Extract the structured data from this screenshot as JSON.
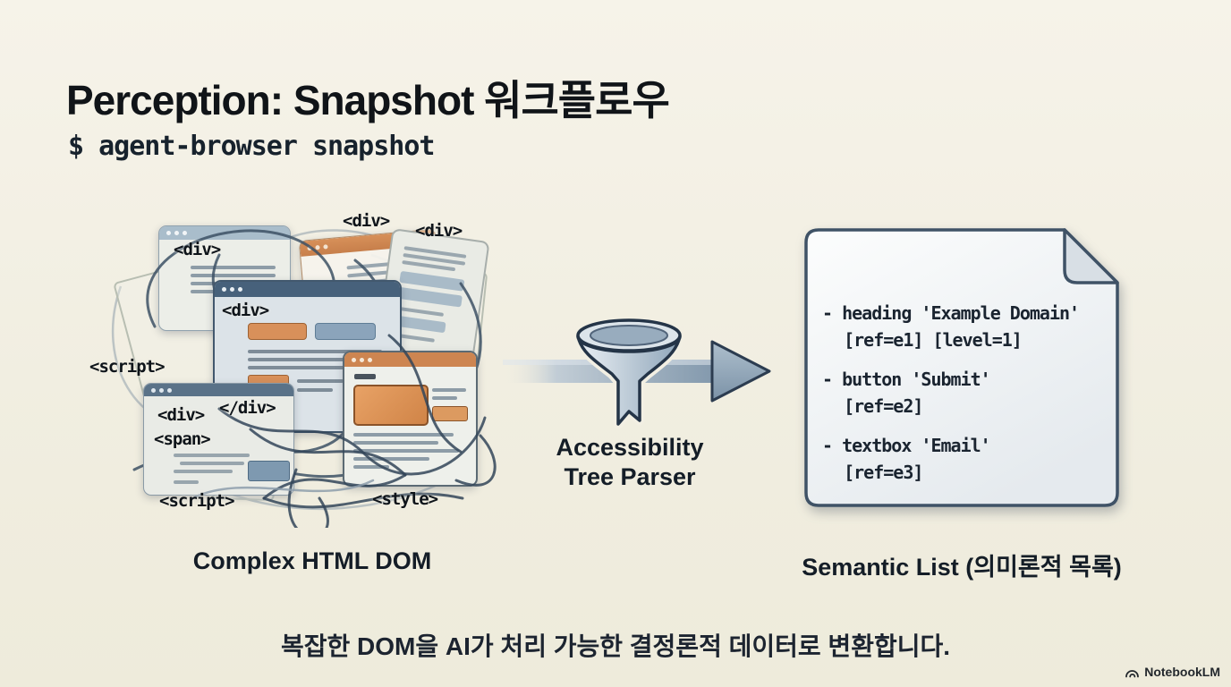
{
  "slide": {
    "title": "Perception: Snapshot 워크플로우",
    "command": "$ agent-browser snapshot",
    "caption": "복잡한 DOM을 AI가 처리 가능한 결정론적 데이터로 변환합니다.",
    "watermark": "NotebookLM"
  },
  "dom_cluster": {
    "label": "Complex HTML DOM",
    "tags": [
      "<div>",
      "<div>",
      "<div>",
      "<script>",
      "<div>",
      "<div>",
      "<span>",
      "</div>",
      "<script>",
      "<style>"
    ]
  },
  "parser": {
    "label_line1": "Accessibility",
    "label_line2": "Tree Parser"
  },
  "semantic_list": {
    "label": "Semantic List (의미론적 목록)",
    "items": [
      {
        "line1": "- heading 'Example Domain'",
        "line2": "[ref=e1] [level=1]"
      },
      {
        "line1": "- button 'Submit'",
        "line2": "[ref=e2]"
      },
      {
        "line1": "- textbox 'Email'",
        "line2": "[ref=e3]"
      }
    ]
  },
  "colors": {
    "background": "#f1eee1",
    "accent_orange": "#d8905a",
    "steel_blue": "#8ba0b4",
    "dark_slate": "#3d5165",
    "window_header_dark": "#47617b",
    "window_header_light": "#a9bdcb",
    "window_header_orange": "#cd8551"
  }
}
